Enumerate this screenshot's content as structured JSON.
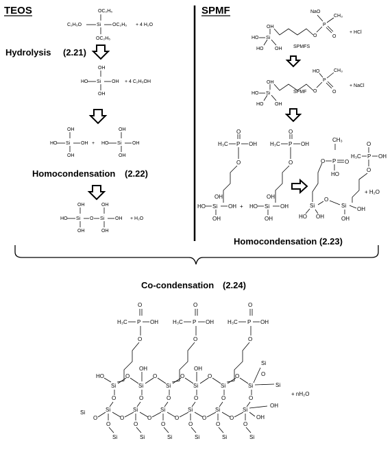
{
  "headers": {
    "teos": "TEOS",
    "spmf": "SPMF"
  },
  "labels": {
    "hydrolysis": "Hydrolysis",
    "hydrolysis_eq": "(2.21)",
    "homocond_left": "Homocondensation",
    "homocond_left_eq": "(2.22)",
    "homocond_right": "Homocondensation (2.23)",
    "cocond": "Co-condensation",
    "cocond_eq": "(2.24)"
  },
  "teos": {
    "r1_top": "OC₂H₅",
    "r1_left": "C₂H₅O",
    "r1_si": "Si",
    "r1_right": "OC₂H₅",
    "r1_bottom": "OC₂H₅",
    "r1_reagent": "+ 4 H₂O",
    "r2_top": "OH",
    "r2_left": "HO",
    "r2_si": "Si",
    "r2_right": "OH",
    "r2_bottom": "OH",
    "r2_product": "+ 4 C₂H₅OH",
    "r3_plus": "+",
    "r4_o": "O",
    "r4_product": "+ H₂O"
  },
  "spmf": {
    "na_o": "NaO",
    "ch3": "CH₃",
    "p": "P",
    "o": "O",
    "ho": "HO",
    "oh": "OH",
    "si": "Si",
    "hcl": "+ HCl",
    "spmfs": "SPMFS",
    "spmf": "SPMF",
    "nacl": "+ NaCl",
    "h3c": "H₃C",
    "plus": "+",
    "h2o": "+ H₂O"
  },
  "cocond_mol": {
    "h3c": "H₃C",
    "p": "P",
    "oh": "OH",
    "ho": "HO",
    "o": "O",
    "si": "Si",
    "nh2o": "+ nH₂O"
  }
}
